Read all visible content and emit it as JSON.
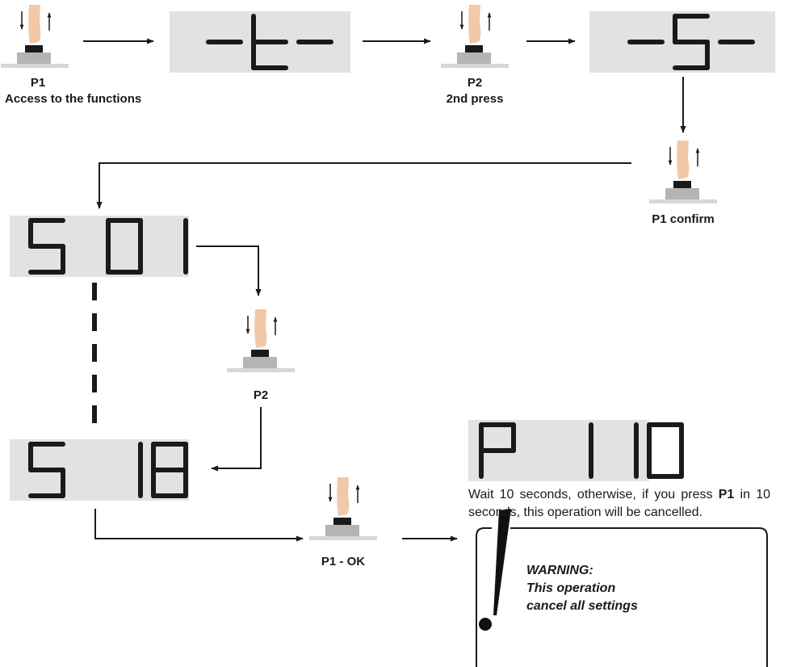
{
  "labels": {
    "p1_access_key": "P1",
    "p1_access_desc": "Access to the functions",
    "p2_second_key": "P2",
    "p2_second_desc": "2nd press",
    "p1_confirm": "P1 confirm",
    "p2": "P2",
    "p1_ok": "P1 - OK"
  },
  "displays": {
    "d1": "-t-",
    "d2": "-S-",
    "d3": "S 01",
    "d4": "S 18",
    "d5": "P 110"
  },
  "note": {
    "before": "Wait 10 seconds, otherwise, if you press ",
    "key": "P1",
    "after": " in 10 seconds, this operation will be cancelled."
  },
  "warning": {
    "symbol": "!",
    "line1": "WARNING:",
    "line2": "This operation",
    "line3": "cancel all settings"
  },
  "colors": {
    "display_bg": "#e2e2e2",
    "segment": "#1a1a1a",
    "finger": "#f1c8a8",
    "button_cap": "#1a1a1a",
    "button_base": "#b4b4b4",
    "plate": "#d7d7d7"
  }
}
